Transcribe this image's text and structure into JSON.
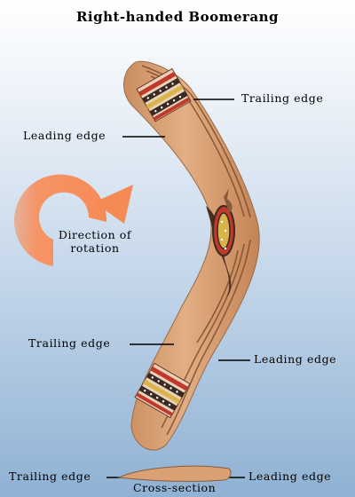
{
  "title": "Right-handed Boomerang",
  "labels": {
    "trailing_top": "Trailing edge",
    "leading_top": "Leading edge",
    "rotation_line1": "Direction of",
    "rotation_line2": "rotation",
    "trailing_bottom": "Trailing edge",
    "leading_bottom": "Leading edge",
    "cs_trailing": "Trailing edge",
    "cs_leading": "Leading edge",
    "cross_section": "Cross-section"
  },
  "colors": {
    "wood": "#d9a073",
    "wood_dark": "#8a5a38",
    "stripe_red": "#c0392b",
    "stripe_yellow": "#d9b44a",
    "arrow": "#f58a55"
  },
  "icons": [
    "rotation-arrow-icon",
    "kangaroo-icon"
  ]
}
